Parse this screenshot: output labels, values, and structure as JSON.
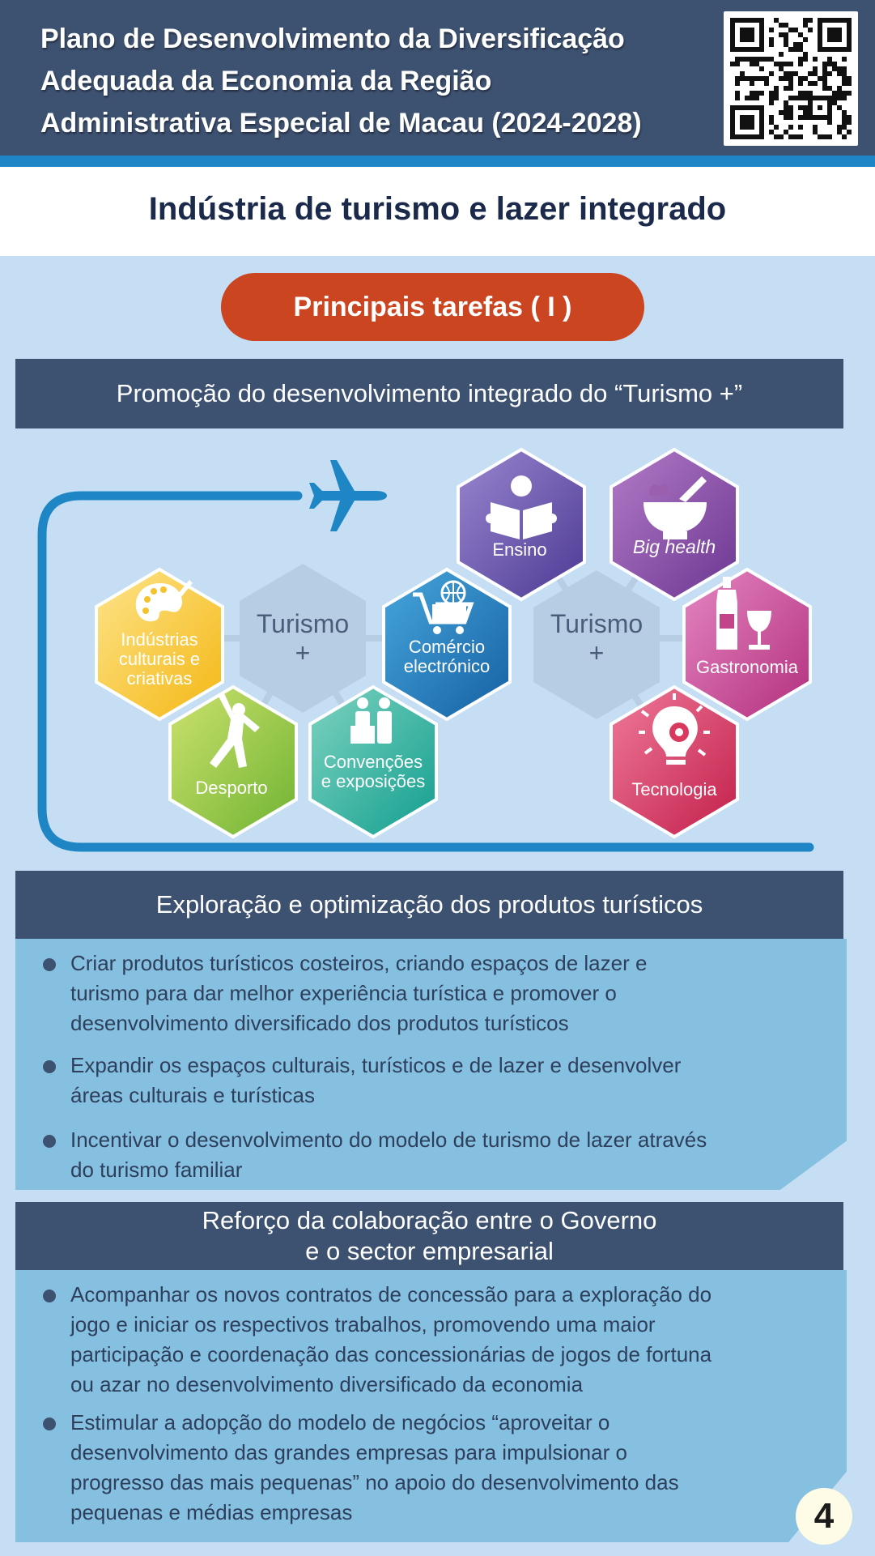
{
  "header": {
    "title_lines": [
      "Plano de Desenvolvimento da Diversificação",
      "Adequada da Economia da Região",
      "Administrativa Especial de Macau (2024-2028)"
    ]
  },
  "section_title": "Indústria de turismo e lazer integrado",
  "pill_label": "Principais tarefas ( I )",
  "subsection_1": {
    "title": "Promoção do desenvolvimento integrado do “Turismo +”",
    "hub_label_line1": "Turismo",
    "hub_label_line2": "+",
    "left_items": [
      {
        "label_lines": [
          "Indústrias",
          "culturais e",
          "criativas"
        ],
        "icon": "palette-icon",
        "color": "#f7c321"
      },
      {
        "label_lines": [
          "Desporto"
        ],
        "icon": "athlete-icon",
        "color": "#8cc23c"
      },
      {
        "label_lines": [
          "Convenções",
          "e exposições"
        ],
        "icon": "meeting-icon",
        "color": "#29b09e"
      },
      {
        "label_lines": [
          "Comércio",
          "electrónico"
        ],
        "icon": "cart-icon",
        "color": "#1f77b7"
      }
    ],
    "right_items": [
      {
        "label_lines": [
          "Ensino"
        ],
        "icon": "reader-icon",
        "color": "#6a56a8"
      },
      {
        "label_lines": [
          "Big health"
        ],
        "icon": "mortar-icon",
        "color": "#8a4c9f"
      },
      {
        "label_lines": [
          "Gastronomia"
        ],
        "icon": "wine-icon",
        "color": "#c5458d"
      },
      {
        "label_lines": [
          "Tecnologia"
        ],
        "icon": "bulb-gear-icon",
        "color": "#d9395f"
      }
    ]
  },
  "subsection_2": {
    "title": "Exploração e optimização dos produtos turísticos",
    "bullets": [
      [
        "Criar produtos turísticos costeiros, criando espaços de lazer e",
        "turismo para dar melhor experiência turística e promover o",
        "desenvolvimento diversificado dos produtos turísticos"
      ],
      [
        "Expandir os espaços culturais, turísticos e de lazer e desenvolver",
        "áreas culturais e turísticas"
      ],
      [
        "Incentivar o desenvolvimento do modelo de turismo de lazer através",
        "do turismo familiar"
      ]
    ]
  },
  "subsection_3": {
    "title_line1": "Reforço da colaboração entre o Governo",
    "title_line2": "e o sector empresarial",
    "bullets": [
      [
        "Acompanhar os novos contratos de concessão para a exploração do",
        "jogo e iniciar os respectivos trabalhos, promovendo uma maior",
        "participação e coordenação das concessionárias de jogos de fortuna",
        "ou azar no desenvolvimento diversificado da economia"
      ],
      [
        "Estimular a adopção do modelo de negócios “aproveitar o",
        "desenvolvimento das grandes empresas para impulsionar o",
        "progresso das mais pequenas” no apoio do desenvolvimento das",
        "pequenas e médias empresas"
      ]
    ]
  },
  "page_number": "4",
  "colors": {
    "navy": "#3d5171",
    "accent_blue": "#1f86c6",
    "pill_orange": "#cb4520",
    "background": "#c5def3",
    "panel_blue": "#86c0e0",
    "hub_hex": "#b7cde3"
  }
}
